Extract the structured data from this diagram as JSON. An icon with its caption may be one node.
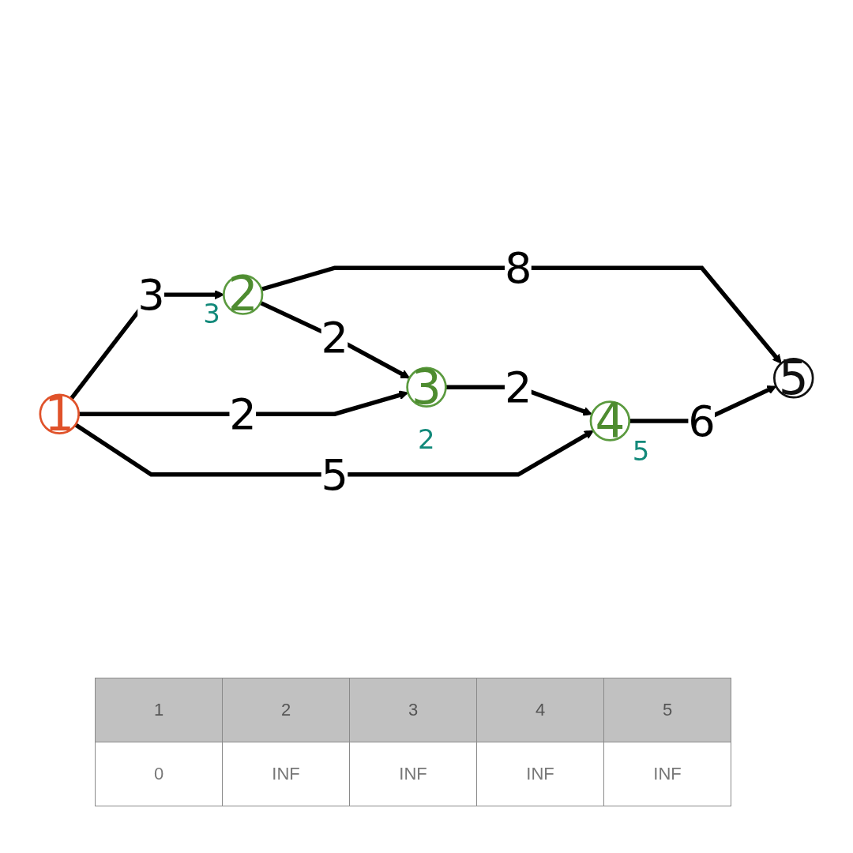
{
  "diagram": {
    "nodes": [
      {
        "text": [
          "1"
        ]
      },
      {
        "text": [
          "2"
        ],
        "beside": [
          "3"
        ]
      },
      {
        "text": [
          "3"
        ],
        "beside": [
          "2"
        ]
      },
      {
        "text": [
          "4"
        ],
        "beside": [
          "5"
        ]
      },
      {
        "text": [
          "5"
        ]
      }
    ],
    "edges": [
      {
        "from": 0,
        "to": 1,
        "arrow": "to",
        "label": "3"
      },
      {
        "from": 1,
        "to": 4,
        "arrow": "to",
        "label": "8"
      },
      {
        "from": 1,
        "to": 2,
        "arrow": "to",
        "label": "2"
      },
      {
        "from": 0,
        "to": 2,
        "arrow": "to",
        "label": "2"
      },
      {
        "from": 2,
        "to": 3,
        "arrow": "to",
        "label": "2"
      },
      {
        "from": 3,
        "to": 4,
        "arrow": "to",
        "label": "6"
      },
      {
        "from": 0,
        "to": 3,
        "arrow": "to",
        "label": "5"
      }
    ],
    "labels": [
      "1",
      "2",
      "3",
      "4",
      "5",
      "0",
      "INF",
      "INF",
      "INF",
      "INF"
    ]
  }
}
